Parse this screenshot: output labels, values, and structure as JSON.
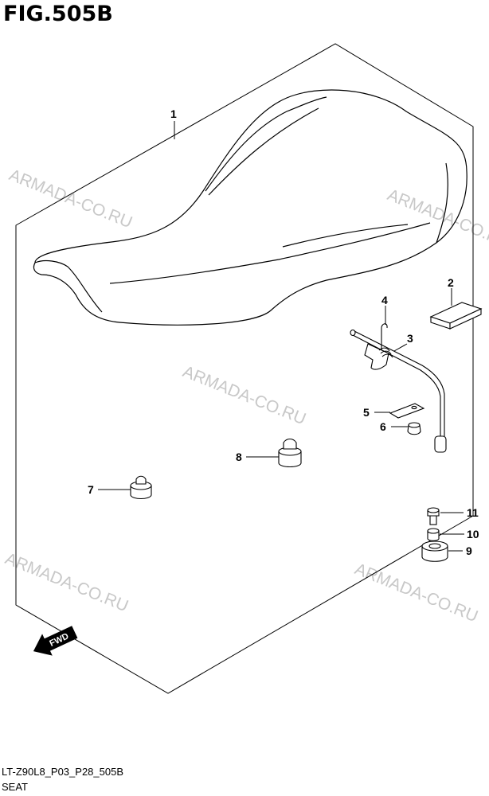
{
  "figure": {
    "title": "FIG.505B",
    "code": "LT-Z90L8_P03_P28_505B",
    "name": "SEAT"
  },
  "watermark": {
    "text": "ARMADA-CO.RU",
    "color": "#c8c8c8"
  },
  "fwd_arrow": {
    "label": "FWD"
  },
  "callouts": [
    {
      "number": "1",
      "part": "seat"
    },
    {
      "number": "2",
      "part": "pad"
    },
    {
      "number": "3",
      "part": "lock-rod"
    },
    {
      "number": "4",
      "part": "spring"
    },
    {
      "number": "5",
      "part": "plate"
    },
    {
      "number": "6",
      "part": "nut"
    },
    {
      "number": "7",
      "part": "cushion"
    },
    {
      "number": "8",
      "part": "cushion"
    },
    {
      "number": "9",
      "part": "cushion"
    },
    {
      "number": "10",
      "part": "collar"
    },
    {
      "number": "11",
      "part": "bolt"
    }
  ]
}
